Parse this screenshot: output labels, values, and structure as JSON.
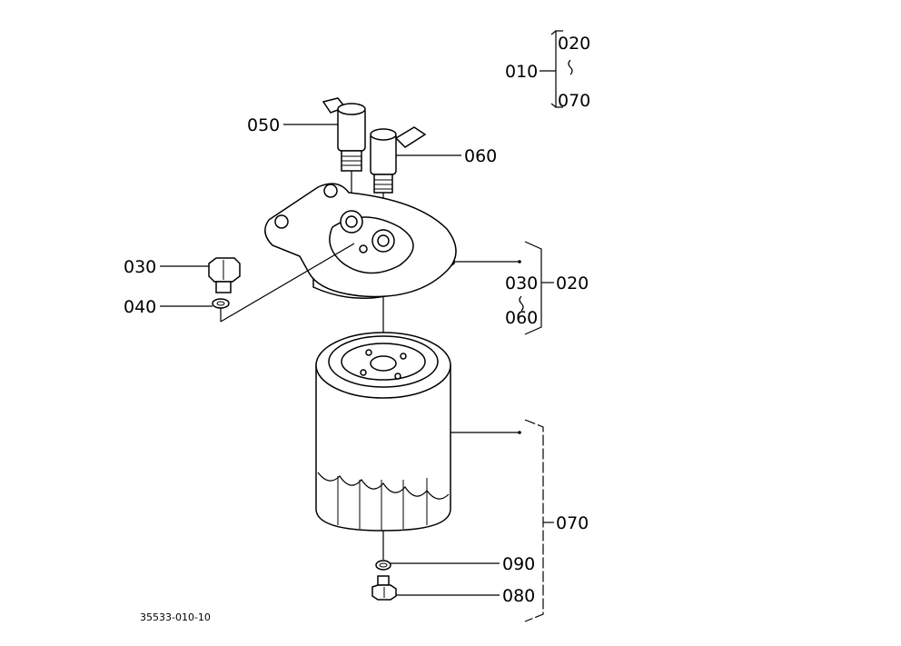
{
  "diagram": {
    "labels": {
      "top_group": "010",
      "top_group_from": "020",
      "top_group_to": "070",
      "elbow_a": "050",
      "elbow_b": "060",
      "bolt": "030",
      "washer": "040",
      "head_assy": "020",
      "head_range_from": "030",
      "head_range_to": "060",
      "cartridge_assy": "070",
      "oring": "090",
      "drain_plug": "080"
    },
    "drawing_code": "35533-010-10"
  }
}
